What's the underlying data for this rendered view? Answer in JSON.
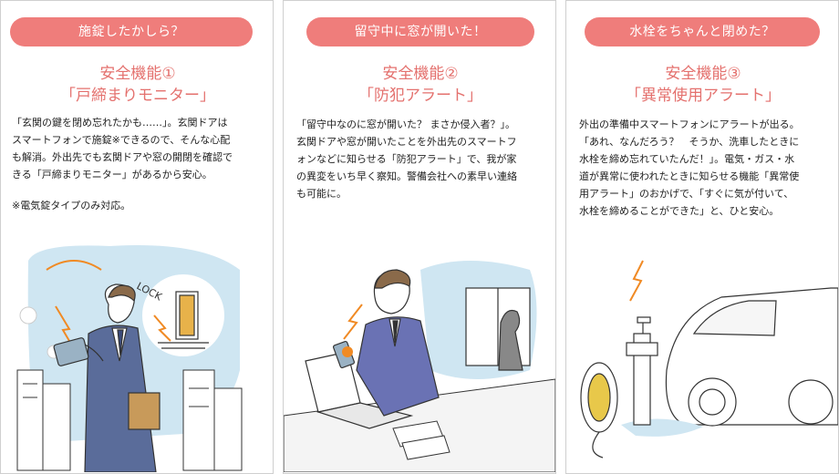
{
  "cards": [
    {
      "question": "施錠したかしら？",
      "feature_line1": "安全機能①",
      "feature_line2": "「戸締まりモニター」",
      "body": "「玄関の鍵を閉め忘れたかも……」。玄関ドアは\nスマートフォンで施錠※できるので、そんな心配\nも解消。外出先でも玄関ドアや窓の開閉を確認で\nきる「戸締まりモニター」があるから安心。",
      "note": "※電気錠タイプのみ対応。",
      "illus_text": "LOCK"
    },
    {
      "question": "留守中に窓が開いた！",
      "feature_line1": "安全機能②",
      "feature_line2": "「防犯アラート」",
      "body": "「留守中なのに窓が開いた？ まさか侵入者？」。\n玄関ドアや窓が開いたことを外出先のスマートフ\nォンなどに知らせる「防犯アラート」で、我が家\nの異変をいち早く察知。警備会社への素早い連絡\nも可能に。"
    },
    {
      "question": "水栓をちゃんと閉めた？",
      "feature_line1": "安全機能③",
      "feature_line2": "「異常使用アラート」",
      "body": "外出の準備中スマートフォンにアラートが出る。\n「あれ、なんだろう？　そうか、洗車したときに\n水栓を締め忘れていたんだ！」。電気・ガス・水\n道が異常に使われたときに知らせる機能「異常使\n用アラート」のおかげで、「すぐに気が付いて、\n水栓を締めることができた」と、ひと安心。"
    }
  ],
  "colors": {
    "pill": "#ef7d7b",
    "feature_text": "#e4716e",
    "alert_orange": "#f08a24",
    "sky_blue": "#cfe6f2"
  }
}
